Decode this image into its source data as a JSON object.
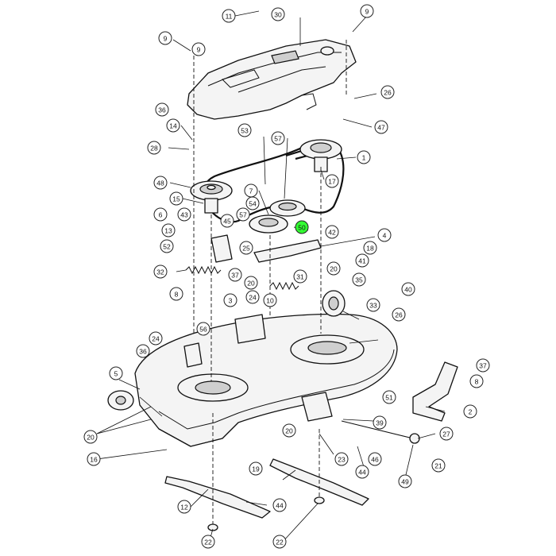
{
  "diagram": {
    "highlight_color": "#33ff33",
    "callouts": [
      {
        "id": "c-11",
        "label": "11"
      },
      {
        "id": "c-30",
        "label": "30"
      },
      {
        "id": "c-9a",
        "label": "9"
      },
      {
        "id": "c-9b",
        "label": "9"
      },
      {
        "id": "c-9c",
        "label": "9"
      },
      {
        "id": "c-36a",
        "label": "36"
      },
      {
        "id": "c-26a",
        "label": "26"
      },
      {
        "id": "c-14",
        "label": "14"
      },
      {
        "id": "c-47",
        "label": "47"
      },
      {
        "id": "c-53",
        "label": "53"
      },
      {
        "id": "c-57a",
        "label": "57"
      },
      {
        "id": "c-28",
        "label": "28"
      },
      {
        "id": "c-1",
        "label": "1"
      },
      {
        "id": "c-48",
        "label": "48"
      },
      {
        "id": "c-17",
        "label": "17"
      },
      {
        "id": "c-7",
        "label": "7"
      },
      {
        "id": "c-15",
        "label": "15"
      },
      {
        "id": "c-54",
        "label": "54"
      },
      {
        "id": "c-6",
        "label": "6"
      },
      {
        "id": "c-43",
        "label": "43"
      },
      {
        "id": "c-45",
        "label": "45"
      },
      {
        "id": "c-57b",
        "label": "57"
      },
      {
        "id": "c-50",
        "label": "50",
        "highlight": true
      },
      {
        "id": "c-42",
        "label": "42"
      },
      {
        "id": "c-4",
        "label": "4"
      },
      {
        "id": "c-13",
        "label": "13"
      },
      {
        "id": "c-52",
        "label": "52"
      },
      {
        "id": "c-25",
        "label": "25"
      },
      {
        "id": "c-18",
        "label": "18"
      },
      {
        "id": "c-20a",
        "label": "20"
      },
      {
        "id": "c-41",
        "label": "41"
      },
      {
        "id": "c-32",
        "label": "32"
      },
      {
        "id": "c-37a",
        "label": "37"
      },
      {
        "id": "c-20b",
        "label": "20"
      },
      {
        "id": "c-31",
        "label": "31"
      },
      {
        "id": "c-35",
        "label": "35"
      },
      {
        "id": "c-40",
        "label": "40"
      },
      {
        "id": "c-8a",
        "label": "8"
      },
      {
        "id": "c-3",
        "label": "3"
      },
      {
        "id": "c-24a",
        "label": "24"
      },
      {
        "id": "c-10",
        "label": "10"
      },
      {
        "id": "c-33",
        "label": "33"
      },
      {
        "id": "c-26b",
        "label": "26"
      },
      {
        "id": "c-56",
        "label": "56"
      },
      {
        "id": "c-24b",
        "label": "24"
      },
      {
        "id": "c-36b",
        "label": "36"
      },
      {
        "id": "c-5",
        "label": "5"
      },
      {
        "id": "c-37b",
        "label": "37"
      },
      {
        "id": "c-8b",
        "label": "8"
      },
      {
        "id": "c-51",
        "label": "51"
      },
      {
        "id": "c-2",
        "label": "2"
      },
      {
        "id": "c-39",
        "label": "39"
      },
      {
        "id": "c-27",
        "label": "27"
      },
      {
        "id": "c-20c",
        "label": "20"
      },
      {
        "id": "c-20d",
        "label": "20"
      },
      {
        "id": "c-16",
        "label": "16"
      },
      {
        "id": "c-23",
        "label": "23"
      },
      {
        "id": "c-46",
        "label": "46"
      },
      {
        "id": "c-21",
        "label": "21"
      },
      {
        "id": "c-19",
        "label": "19"
      },
      {
        "id": "c-44a",
        "label": "44"
      },
      {
        "id": "c-49",
        "label": "49"
      },
      {
        "id": "c-12",
        "label": "12"
      },
      {
        "id": "c-44b",
        "label": "44"
      },
      {
        "id": "c-22a",
        "label": "22"
      },
      {
        "id": "c-22b",
        "label": "22"
      }
    ]
  }
}
